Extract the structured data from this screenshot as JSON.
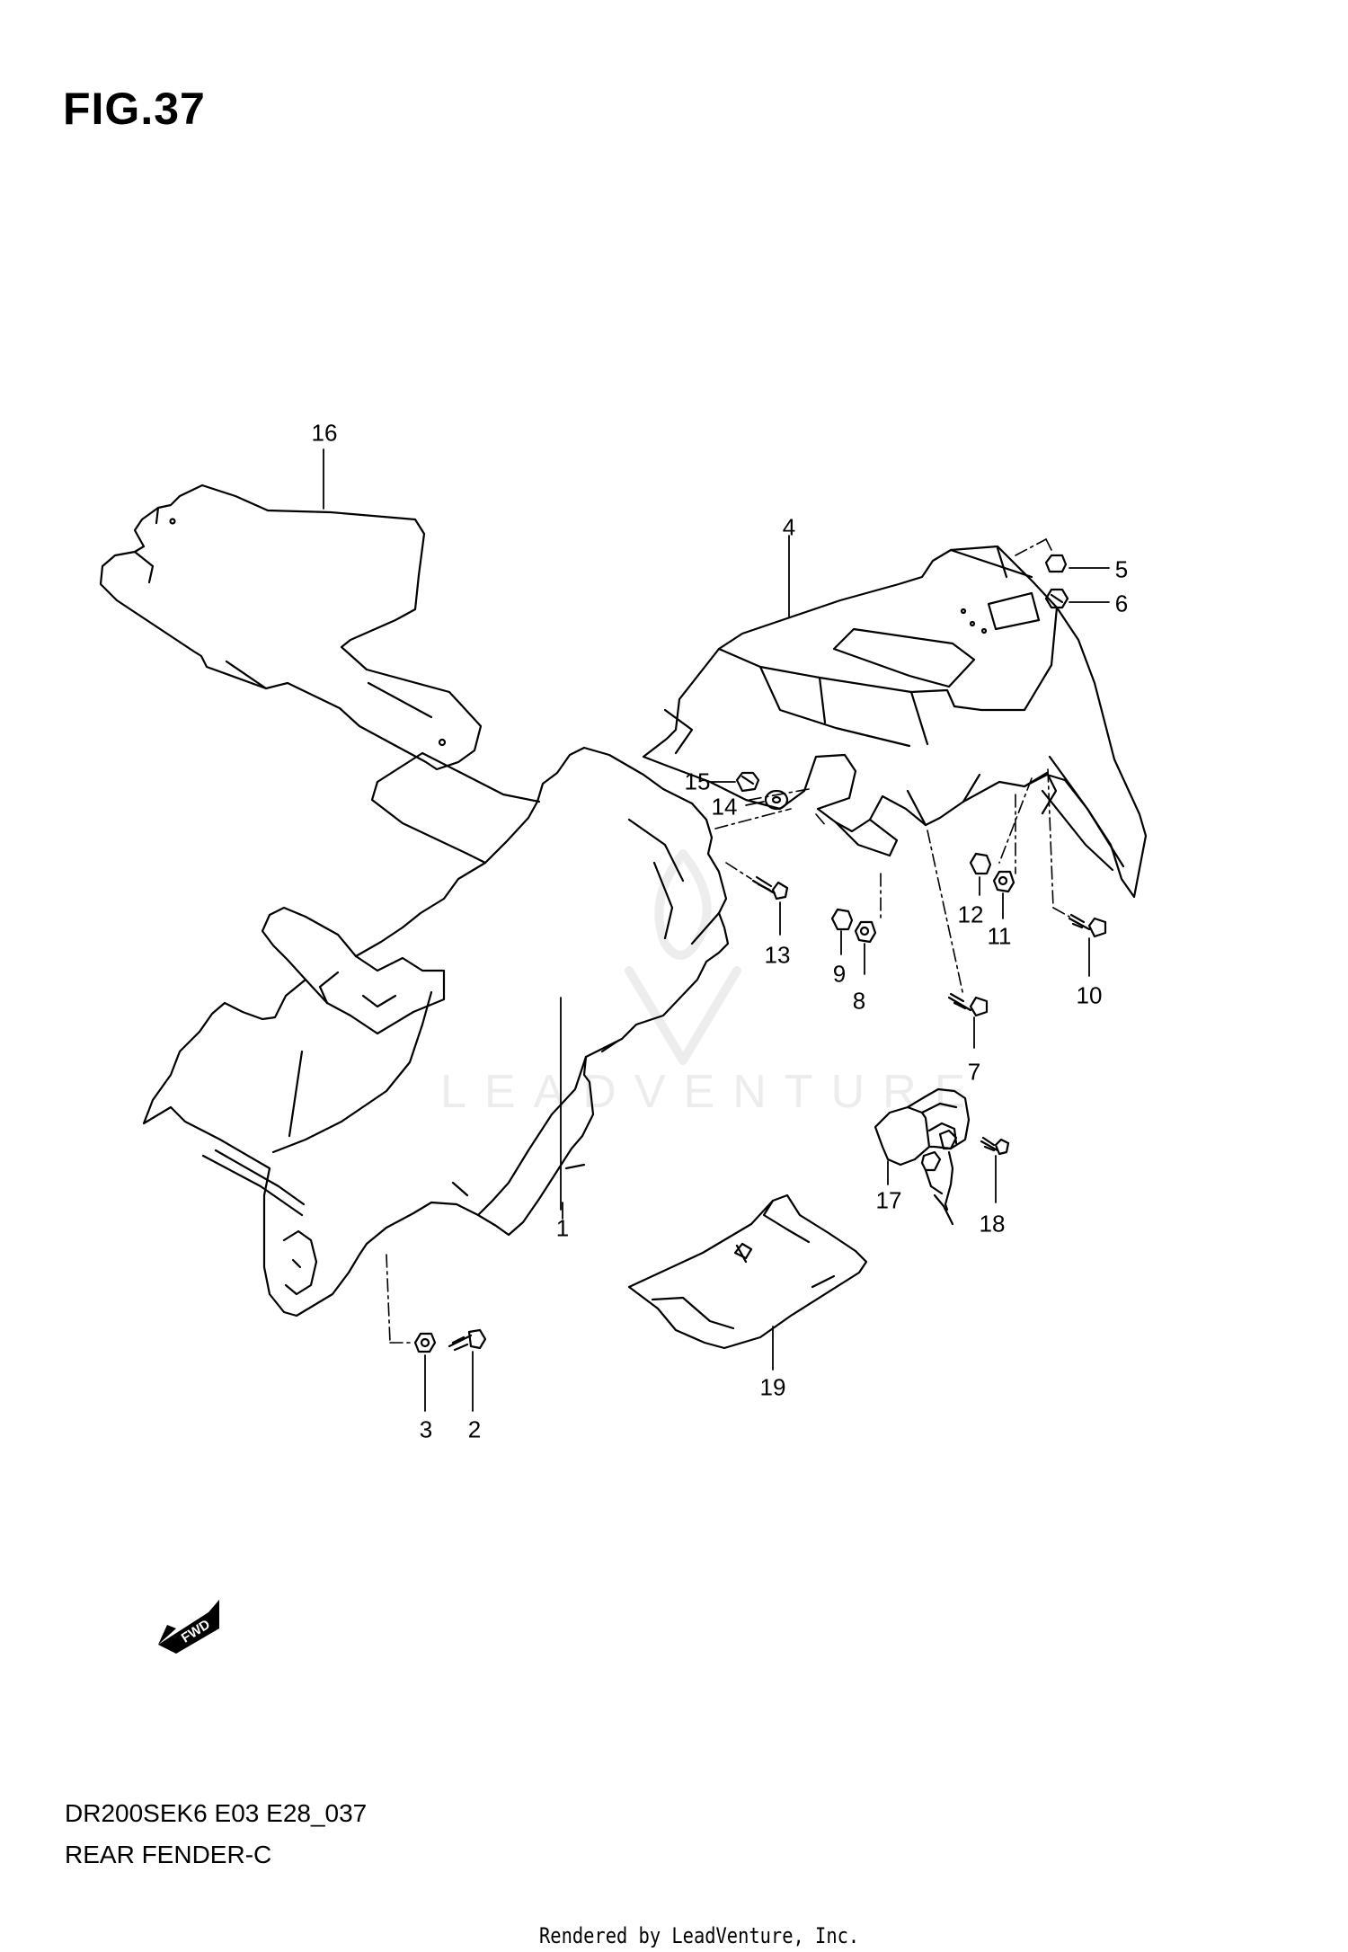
{
  "figure": {
    "title": "FIG.37"
  },
  "watermark": "LEADVENTURE",
  "fwd_label": "FWD",
  "parts": [
    {
      "id": "1",
      "label": "1"
    },
    {
      "id": "2",
      "label": "2"
    },
    {
      "id": "3",
      "label": "3"
    },
    {
      "id": "4",
      "label": "4"
    },
    {
      "id": "5",
      "label": "5"
    },
    {
      "id": "6",
      "label": "6"
    },
    {
      "id": "7",
      "label": "7"
    },
    {
      "id": "8",
      "label": "8"
    },
    {
      "id": "9",
      "label": "9"
    },
    {
      "id": "10",
      "label": "10"
    },
    {
      "id": "11",
      "label": "11"
    },
    {
      "id": "12",
      "label": "12"
    },
    {
      "id": "13",
      "label": "13"
    },
    {
      "id": "14",
      "label": "14"
    },
    {
      "id": "15",
      "label": "15"
    },
    {
      "id": "16",
      "label": "16"
    },
    {
      "id": "17",
      "label": "17"
    },
    {
      "id": "18",
      "label": "18"
    },
    {
      "id": "19",
      "label": "19"
    }
  ],
  "footer": {
    "model_code": "DR200SEK6 E03 E28_037",
    "diagram_name": "REAR FENDER-C",
    "rendered_by": "Rendered by LeadVenture, Inc."
  }
}
